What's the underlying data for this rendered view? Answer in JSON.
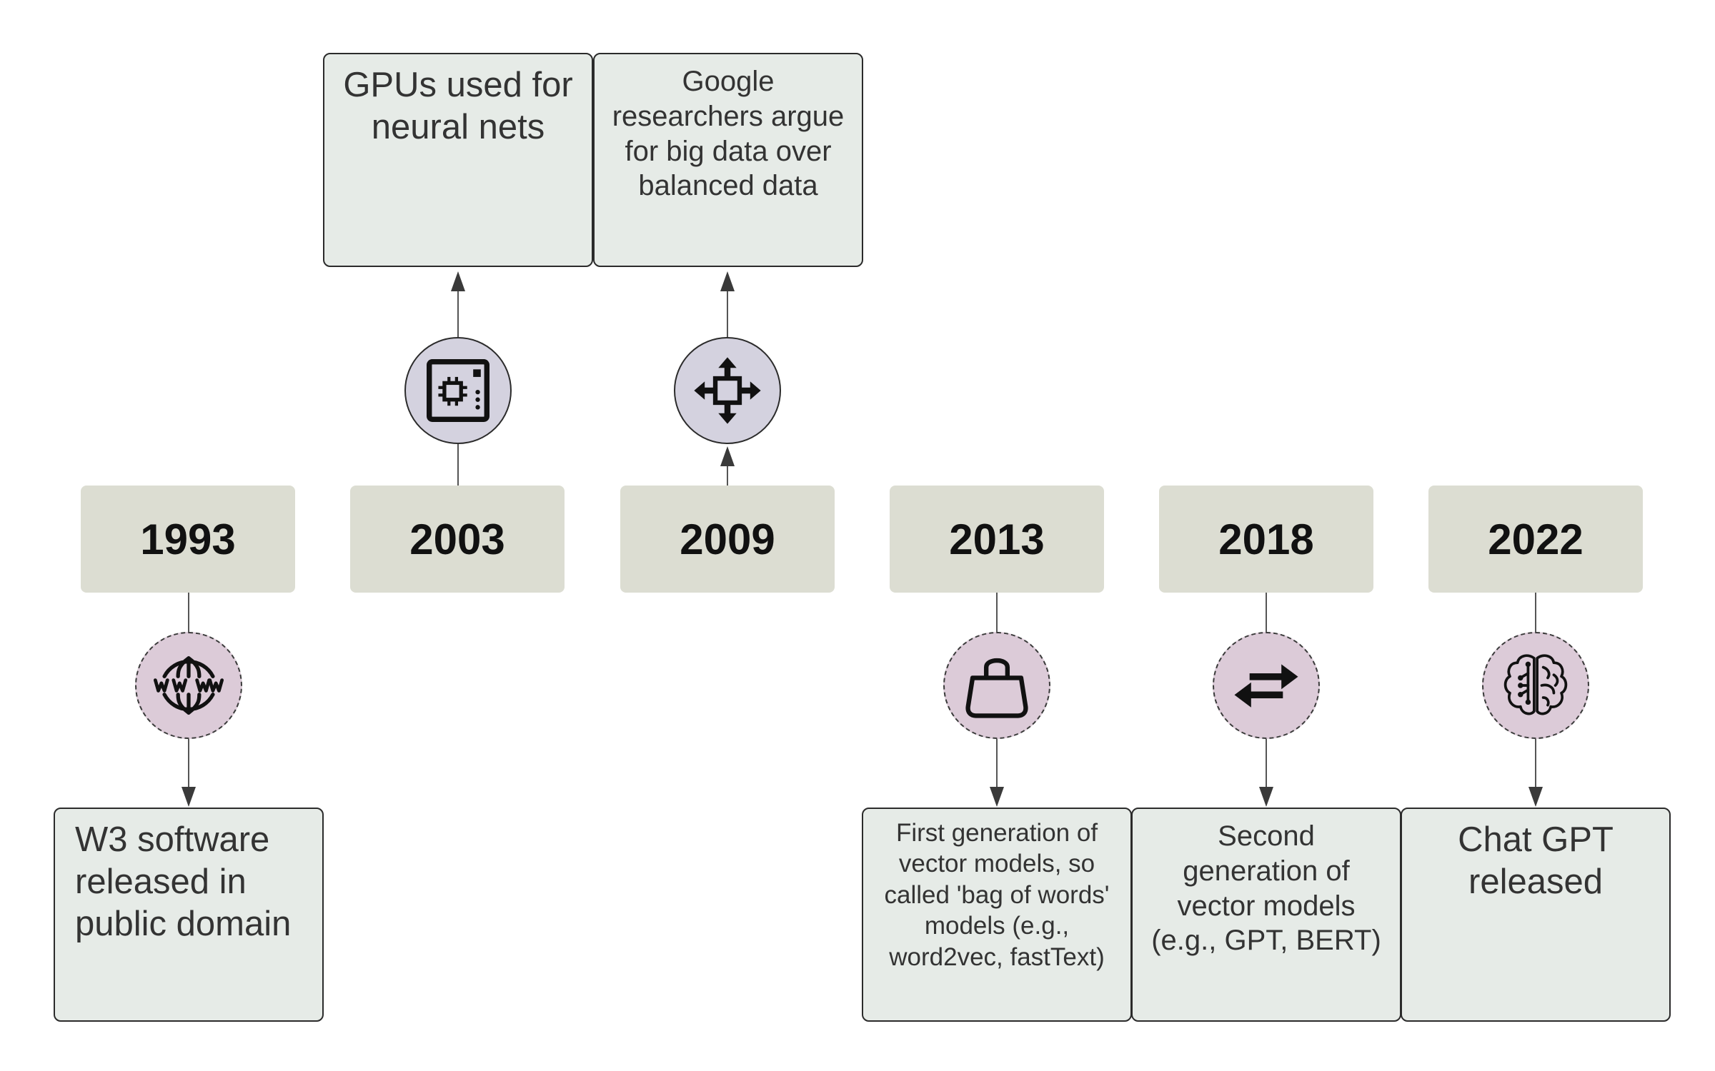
{
  "timeline": {
    "years": [
      "1993",
      "2003",
      "2009",
      "2013",
      "2018",
      "2022"
    ],
    "events": {
      "e1993": "W3 software released in public domain",
      "e2003": "GPUs used for neural nets",
      "e2009": "Google researchers argue for big data over balanced data",
      "e2013": "First generation of vector models, so called 'bag of words' models (e.g., word2vec, fastText)",
      "e2018": "Second generation of vector models (e.g., GPT, BERT)",
      "e2022": "Chat GPT released"
    },
    "icons": {
      "i1993": "globe-www-icon",
      "i2003": "circuit-chip-icon",
      "i2009": "expand-arrows-icon",
      "i2013": "shopping-bag-icon",
      "i2018": "swap-arrows-icon",
      "i2022": "brain-circuit-icon"
    },
    "colors": {
      "year_box": "#dcddd2",
      "event_box": "#e6ebe7",
      "icon_solid": "#d4d2df",
      "icon_dashed": "#dccbd8",
      "line": "#444444"
    }
  }
}
